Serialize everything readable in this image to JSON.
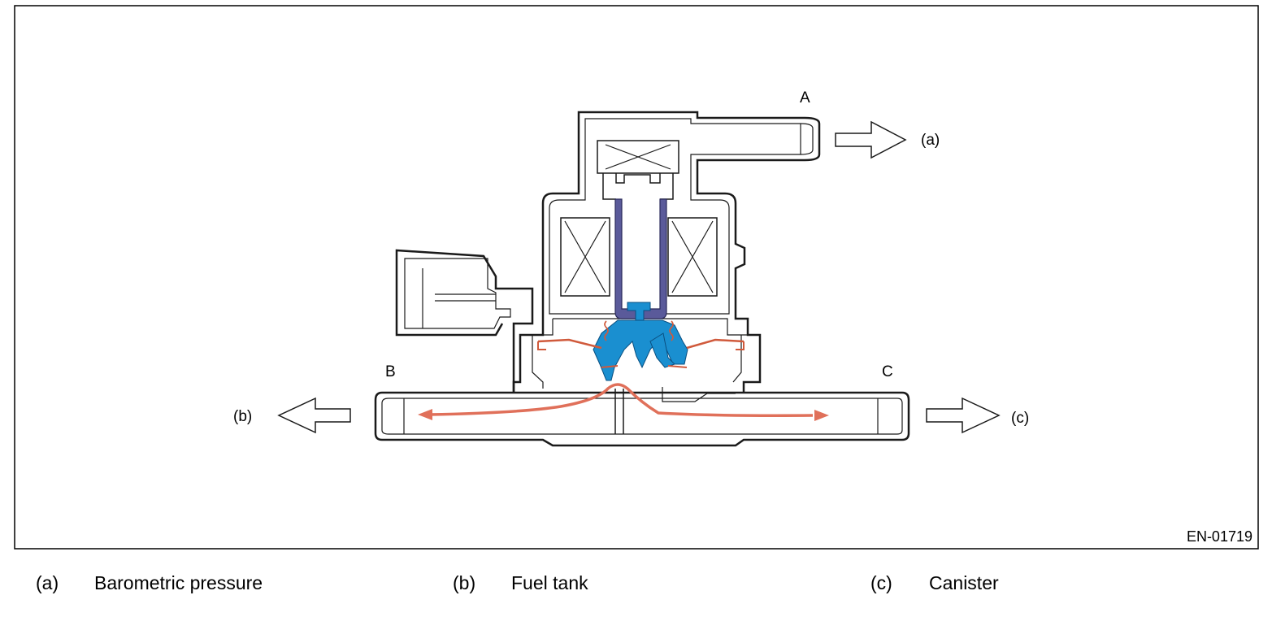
{
  "figure": {
    "id_code": "EN-01719",
    "ports": [
      {
        "letter": "A",
        "flow_label": "(a)"
      },
      {
        "letter": "B",
        "flow_label": "(b)"
      },
      {
        "letter": "C",
        "flow_label": "(c)"
      }
    ],
    "colors": {
      "outline": "#1a1a1a",
      "plunger": "#5a5a9a",
      "valve": "#1a8fd0",
      "diaphragm": "#d05a3c",
      "flow_arrow": "#e0705a"
    }
  },
  "legend": [
    {
      "key": "(a)",
      "text": "Barometric pressure"
    },
    {
      "key": "(b)",
      "text": "Fuel tank"
    },
    {
      "key": "(c)",
      "text": "Canister"
    }
  ]
}
